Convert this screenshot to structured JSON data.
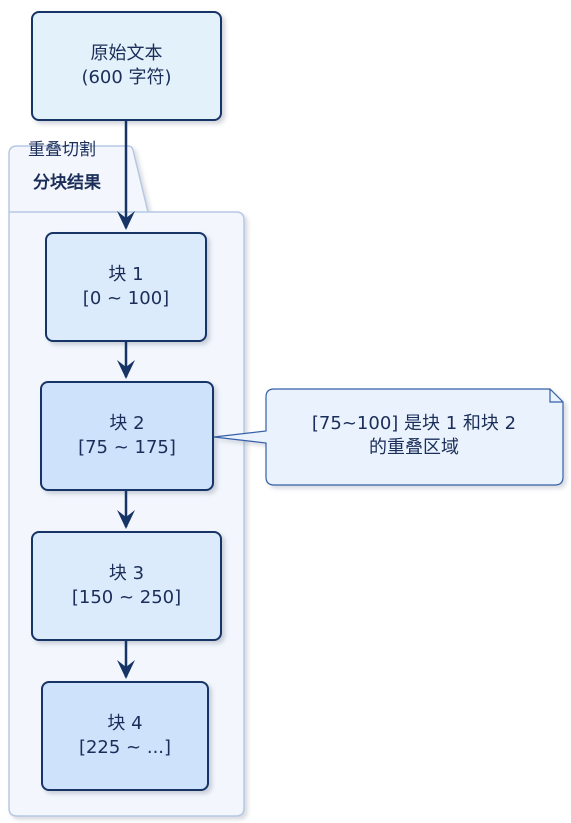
{
  "diagram": {
    "source": {
      "line1": "原始文本",
      "line2": "(600 字符)"
    },
    "group": {
      "label": "重叠切割",
      "title": "分块结果"
    },
    "chunks": [
      {
        "line1": "块 1",
        "line2": "[0 ~ 100]"
      },
      {
        "line1": "块 2",
        "line2": "[75 ~ 175]"
      },
      {
        "line1": "块 3",
        "line2": "[150 ~ 250]"
      },
      {
        "line1": "块 4",
        "line2": "[225 ~ ...]"
      }
    ],
    "note": {
      "line1": "[75~100] 是块 1 和块 2",
      "line2": "的重叠区域"
    }
  },
  "colors": {
    "border": "#173466",
    "source_fill": "#e3f1fb",
    "chunk_fill_light": "#dcebfb",
    "chunk_fill_strong": "#cfe2fb",
    "group_fill": "#f3f7fd",
    "group_border": "#b6c8e4",
    "note_fill": "#eaf2fd",
    "note_border": "#3560a8"
  }
}
